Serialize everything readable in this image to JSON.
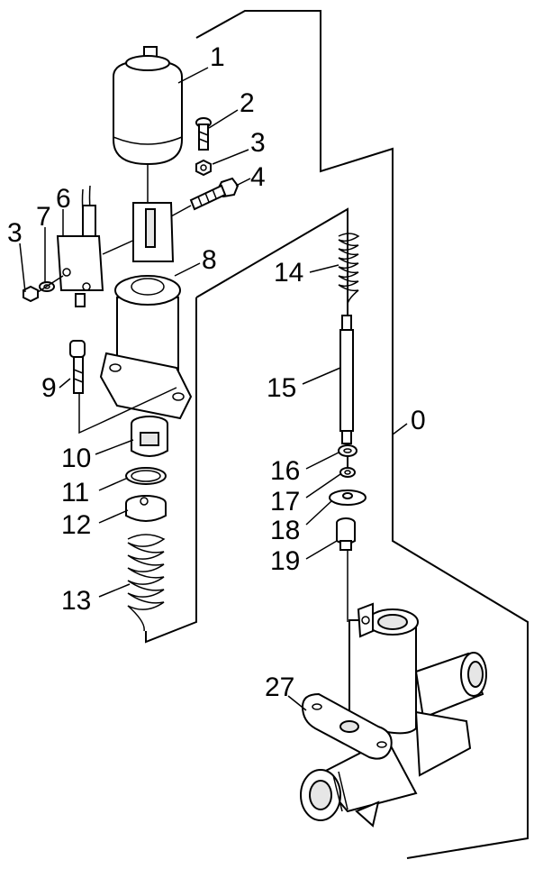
{
  "callouts": [
    {
      "id": "n1",
      "text": "1"
    },
    {
      "id": "n2",
      "text": "2"
    },
    {
      "id": "n3a",
      "text": "3"
    },
    {
      "id": "n4",
      "text": "4"
    },
    {
      "id": "n6",
      "text": "6"
    },
    {
      "id": "n7",
      "text": "7"
    },
    {
      "id": "n3b",
      "text": "3"
    },
    {
      "id": "n8",
      "text": "8"
    },
    {
      "id": "n14",
      "text": "14"
    },
    {
      "id": "n9",
      "text": "9"
    },
    {
      "id": "n15",
      "text": "15"
    },
    {
      "id": "n0",
      "text": "0"
    },
    {
      "id": "n10",
      "text": "10"
    },
    {
      "id": "n16",
      "text": "16"
    },
    {
      "id": "n11",
      "text": "11"
    },
    {
      "id": "n17",
      "text": "17"
    },
    {
      "id": "n12",
      "text": "12"
    },
    {
      "id": "n18",
      "text": "18"
    },
    {
      "id": "n19",
      "text": "19"
    },
    {
      "id": "n13",
      "text": "13"
    },
    {
      "id": "n27",
      "text": "27"
    }
  ]
}
